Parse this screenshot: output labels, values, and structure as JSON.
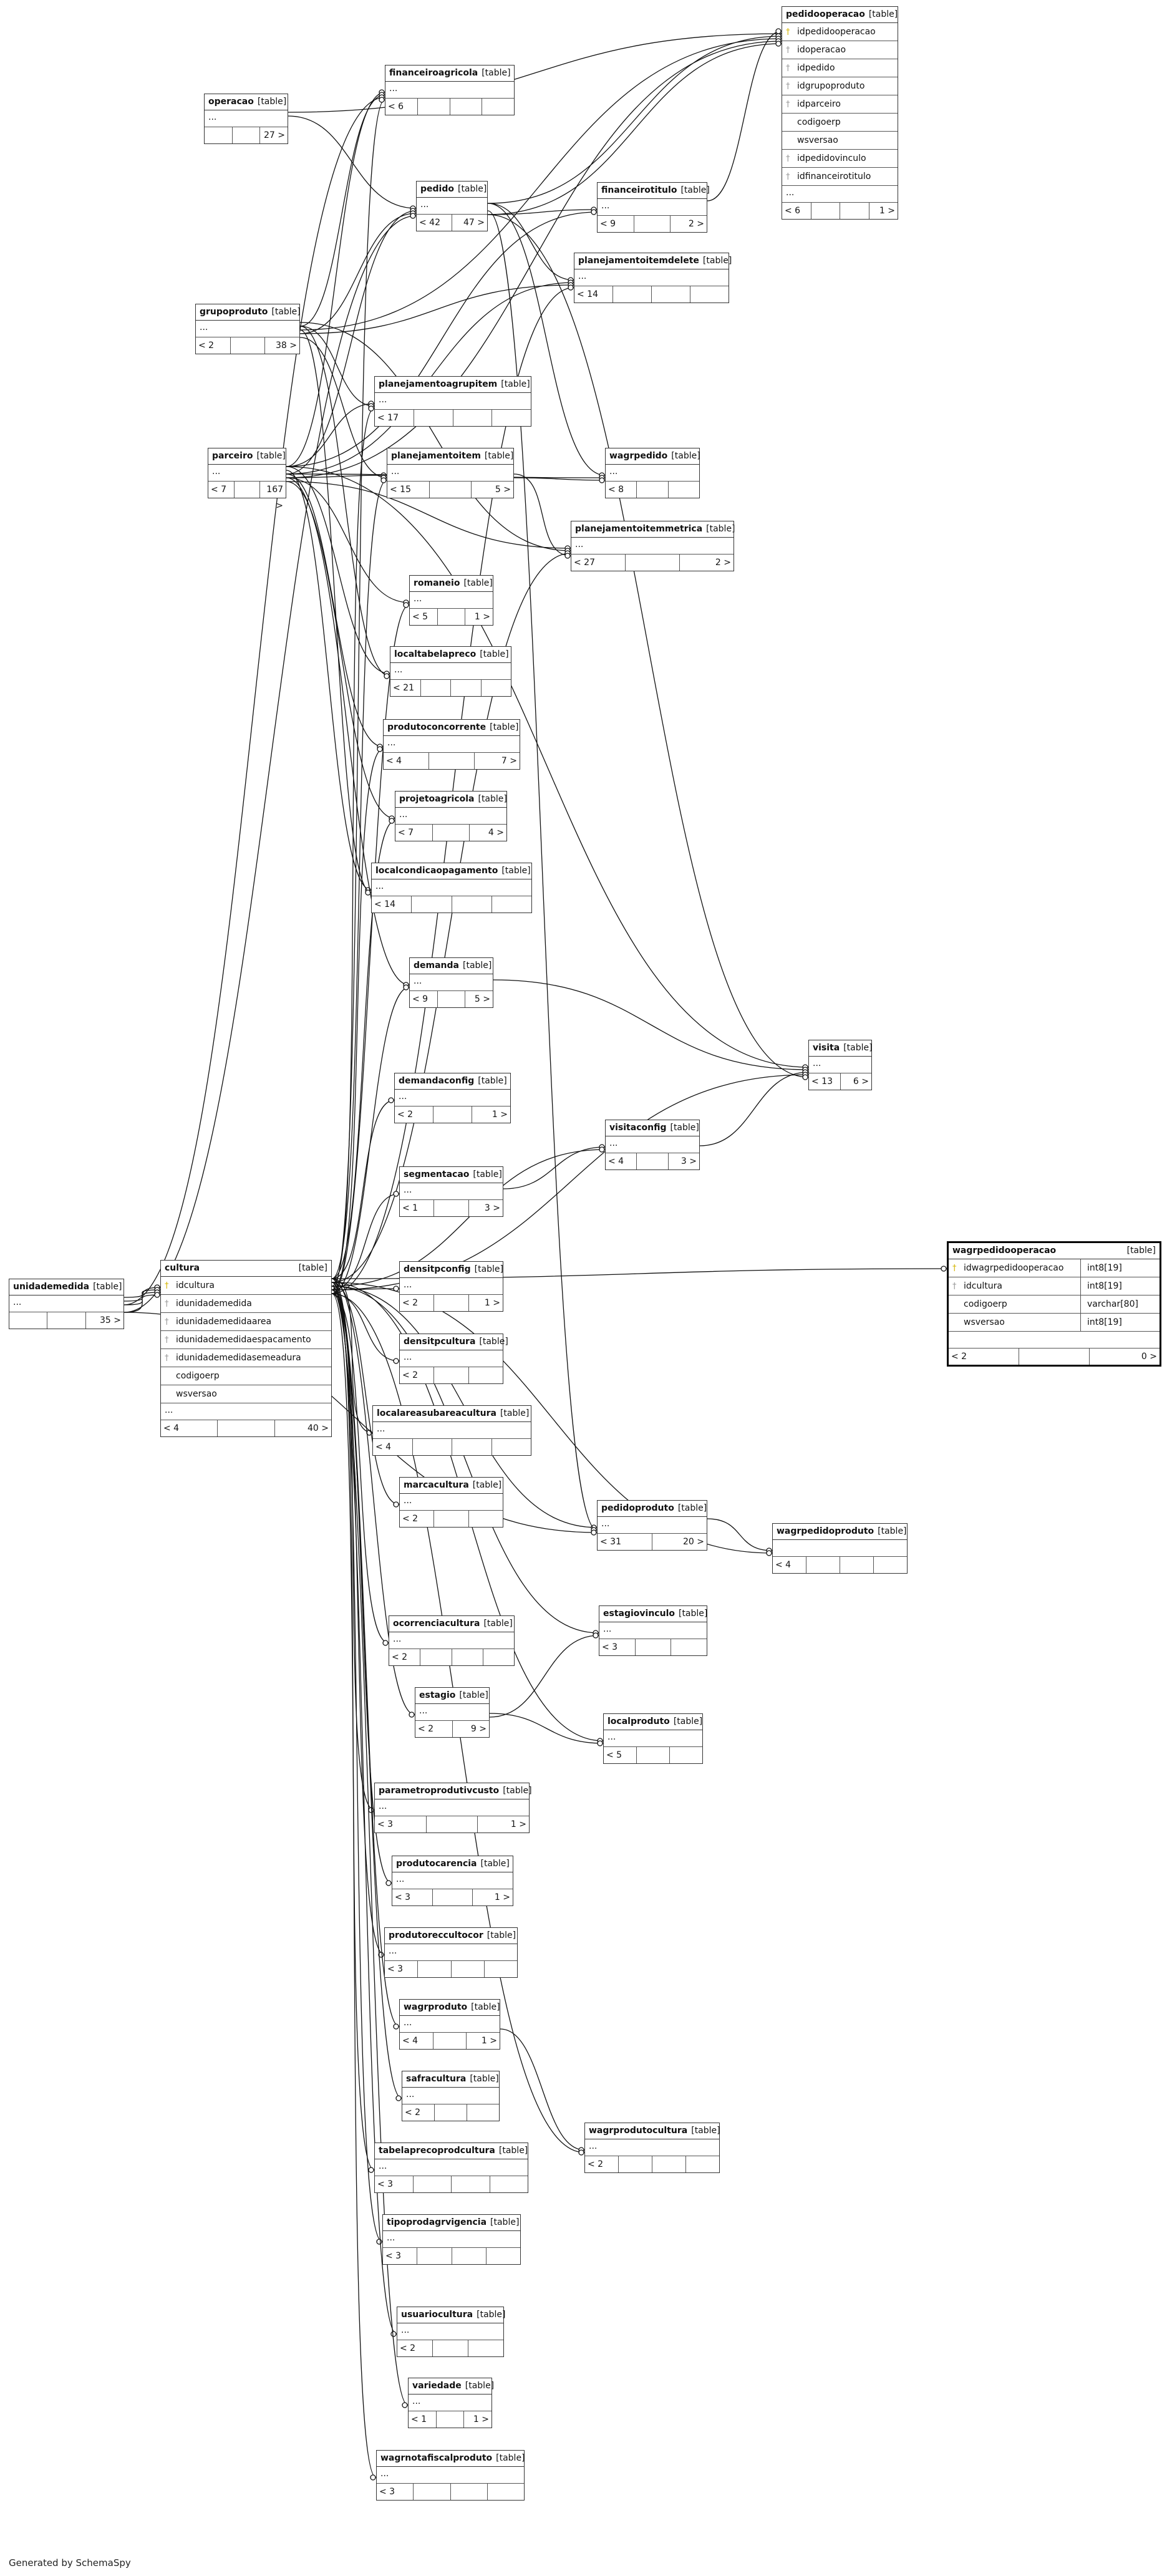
{
  "diagram": {
    "tables": [
      {
        "id": "pedidooperacao",
        "name": "pedidooperacao",
        "type": "[table]",
        "columns": [
          {
            "name": "idpedidooperacao",
            "key": "pk"
          },
          {
            "name": "idoperacao",
            "key": "fk"
          },
          {
            "name": "idpedido",
            "key": "fk"
          },
          {
            "name": "idgrupoproduto",
            "key": "fk"
          },
          {
            "name": "idparceiro",
            "key": "fk"
          },
          {
            "name": "codigoerp",
            "key": ""
          },
          {
            "name": "wsversao",
            "key": ""
          },
          {
            "name": "idpedidovinculo",
            "key": "fk"
          },
          {
            "name": "idfinanceirotitulo",
            "key": "fk"
          }
        ],
        "ellipsis": "...",
        "footer": [
          "< 6",
          "",
          "",
          "1 >"
        ]
      },
      {
        "id": "operacao",
        "name": "operacao",
        "type": "[table]",
        "ellipsis": "...",
        "footer": [
          "",
          "",
          "27 >"
        ]
      },
      {
        "id": "financeiroagricola",
        "name": "financeiroagricola",
        "type": "[table]",
        "ellipsis": "...",
        "footer": [
          "< 6",
          "",
          "",
          ""
        ]
      },
      {
        "id": "pedido",
        "name": "pedido",
        "type": "[table]",
        "ellipsis": "...",
        "footer": [
          "< 42",
          "47 >"
        ]
      },
      {
        "id": "financeirotitulo",
        "name": "financeirotitulo",
        "type": "[table]",
        "ellipsis": "...",
        "footer": [
          "< 9",
          "",
          "2 >"
        ]
      },
      {
        "id": "planejamentoitemdelete",
        "name": "planejamentoitemdelete",
        "type": "[table]",
        "ellipsis": "...",
        "footer": [
          "< 14",
          "",
          "",
          ""
        ]
      },
      {
        "id": "grupoproduto",
        "name": "grupoproduto",
        "type": "[table]",
        "ellipsis": "...",
        "footer": [
          "< 2",
          "",
          "38 >"
        ]
      },
      {
        "id": "planejamentoagrupitem",
        "name": "planejamentoagrupitem",
        "type": "[table]",
        "ellipsis": "...",
        "footer": [
          "< 17",
          "",
          "",
          ""
        ]
      },
      {
        "id": "parceiro",
        "name": "parceiro",
        "type": "[table]",
        "ellipsis": "...",
        "footer": [
          "< 7",
          "",
          "167 >"
        ]
      },
      {
        "id": "planejamentoitem",
        "name": "planejamentoitem",
        "type": "[table]",
        "ellipsis": "...",
        "footer": [
          "< 15",
          "",
          "5 >"
        ]
      },
      {
        "id": "wagrpedido",
        "name": "wagrpedido",
        "type": "[table]",
        "ellipsis": "...",
        "footer": [
          "< 8",
          "",
          ""
        ]
      },
      {
        "id": "planejamentoitemmetrica",
        "name": "planejamentoitemmetrica",
        "type": "[table]",
        "ellipsis": "...",
        "footer": [
          "< 27",
          "",
          "2 >"
        ]
      },
      {
        "id": "romaneio",
        "name": "romaneio",
        "type": "[table]",
        "ellipsis": "...",
        "footer": [
          "< 5",
          "",
          "1 >"
        ]
      },
      {
        "id": "localtabelapreco",
        "name": "localtabelapreco",
        "type": "[table]",
        "ellipsis": "...",
        "footer": [
          "< 21",
          "",
          "",
          ""
        ]
      },
      {
        "id": "produtoconcorrente",
        "name": "produtoconcorrente",
        "type": "[table]",
        "ellipsis": "...",
        "footer": [
          "< 4",
          "",
          "7 >"
        ]
      },
      {
        "id": "projetoagricola",
        "name": "projetoagricola",
        "type": "[table]",
        "ellipsis": "...",
        "footer": [
          "< 7",
          "",
          "4 >"
        ]
      },
      {
        "id": "localcondicaopagamento",
        "name": "localcondicaopagamento",
        "type": "[table]",
        "ellipsis": "...",
        "footer": [
          "< 14",
          "",
          "",
          ""
        ]
      },
      {
        "id": "demanda",
        "name": "demanda",
        "type": "[table]",
        "ellipsis": "...",
        "footer": [
          "< 9",
          "",
          "5 >"
        ]
      },
      {
        "id": "visita",
        "name": "visita",
        "type": "[table]",
        "ellipsis": "...",
        "footer": [
          "< 13",
          "6 >"
        ]
      },
      {
        "id": "demandaconfig",
        "name": "demandaconfig",
        "type": "[table]",
        "ellipsis": "...",
        "footer": [
          "< 2",
          "",
          "1 >"
        ]
      },
      {
        "id": "visitaconfig",
        "name": "visitaconfig",
        "type": "[table]",
        "ellipsis": "...",
        "footer": [
          "< 4",
          "",
          "3 >"
        ]
      },
      {
        "id": "segmentacao",
        "name": "segmentacao",
        "type": "[table]",
        "ellipsis": "...",
        "footer": [
          "< 1",
          "",
          "3 >"
        ]
      },
      {
        "id": "unidademedida",
        "name": "unidademedida",
        "type": "[table]",
        "ellipsis": "...",
        "footer": [
          "",
          "",
          "35 >"
        ]
      },
      {
        "id": "cultura",
        "name": "cultura",
        "type": "[table]",
        "columns": [
          {
            "name": "idcultura",
            "key": "pk"
          },
          {
            "name": "idunidademedida",
            "key": "fk"
          },
          {
            "name": "idunidademedidaarea",
            "key": "fk"
          },
          {
            "name": "idunidademedidaespacamento",
            "key": "fk"
          },
          {
            "name": "idunidademedidasemeadura",
            "key": "fk"
          },
          {
            "name": "codigoerp",
            "key": ""
          },
          {
            "name": "wsversao",
            "key": ""
          }
        ],
        "ellipsis": "...",
        "footer": [
          "< 4",
          "",
          "40 >"
        ]
      },
      {
        "id": "densitpconfig",
        "name": "densitpconfig",
        "type": "[table]",
        "ellipsis": "...",
        "footer": [
          "< 2",
          "",
          "1 >"
        ]
      },
      {
        "id": "densitpcultura",
        "name": "densitpcultura",
        "type": "[table]",
        "ellipsis": "...",
        "footer": [
          "< 2",
          "",
          ""
        ]
      },
      {
        "id": "localareasubareacultura",
        "name": "localareasubareacultura",
        "type": "[table]",
        "ellipsis": "...",
        "footer": [
          "< 4",
          "",
          "",
          ""
        ]
      },
      {
        "id": "marcacultura",
        "name": "marcacultura",
        "type": "[table]",
        "ellipsis": "...",
        "footer": [
          "< 2",
          "",
          ""
        ]
      },
      {
        "id": "pedidoproduto",
        "name": "pedidoproduto",
        "type": "[table]",
        "ellipsis": "...",
        "footer": [
          "< 31",
          "20 >"
        ]
      },
      {
        "id": "wagrpedidoproduto",
        "name": "wagrpedidoproduto",
        "type": "[table]",
        "ellipsis": "",
        "footer": [
          "< 4",
          "",
          "",
          ""
        ]
      },
      {
        "id": "estagiovinculo",
        "name": "estagiovinculo",
        "type": "[table]",
        "ellipsis": "...",
        "footer": [
          "< 3",
          "",
          ""
        ]
      },
      {
        "id": "ocorrenciacultura",
        "name": "ocorrenciacultura",
        "type": "[table]",
        "ellipsis": "...",
        "footer": [
          "< 2",
          "",
          "",
          ""
        ]
      },
      {
        "id": "estagio",
        "name": "estagio",
        "type": "[table]",
        "ellipsis": "...",
        "footer": [
          "< 2",
          "9 >"
        ]
      },
      {
        "id": "localproduto",
        "name": "localproduto",
        "type": "[table]",
        "ellipsis": "...",
        "footer": [
          "< 5",
          "",
          ""
        ]
      },
      {
        "id": "parametroprodutivcusto",
        "name": "parametroprodutivcusto",
        "type": "[table]",
        "ellipsis": "...",
        "footer": [
          "< 3",
          "",
          "1 >"
        ]
      },
      {
        "id": "produtocarencia",
        "name": "produtocarencia",
        "type": "[table]",
        "ellipsis": "...",
        "footer": [
          "< 3",
          "",
          "1 >"
        ]
      },
      {
        "id": "produtoreccultocor",
        "name": "produtoreccultocor",
        "type": "[table]",
        "ellipsis": "...",
        "footer": [
          "< 3",
          "",
          "",
          ""
        ]
      },
      {
        "id": "wagrproduto",
        "name": "wagrproduto",
        "type": "[table]",
        "ellipsis": "...",
        "footer": [
          "< 4",
          "",
          "1 >"
        ]
      },
      {
        "id": "safracultura",
        "name": "safracultura",
        "type": "[table]",
        "ellipsis": "...",
        "footer": [
          "< 2",
          "",
          ""
        ]
      },
      {
        "id": "wagrprodutocultura",
        "name": "wagrprodutocultura",
        "type": "[table]",
        "ellipsis": "...",
        "footer": [
          "< 2",
          "",
          "",
          ""
        ]
      },
      {
        "id": "tabelaprecoprodcultura",
        "name": "tabelaprecoprodcultura",
        "type": "[table]",
        "ellipsis": "...",
        "footer": [
          "< 3",
          "",
          "",
          ""
        ]
      },
      {
        "id": "tipoprodagrvigencia",
        "name": "tipoprodagrvigencia",
        "type": "[table]",
        "ellipsis": "...",
        "footer": [
          "< 3",
          "",
          "",
          ""
        ]
      },
      {
        "id": "usuariocultura",
        "name": "usuariocultura",
        "type": "[table]",
        "ellipsis": "...",
        "footer": [
          "< 2",
          "",
          ""
        ]
      },
      {
        "id": "variedade",
        "name": "variedade",
        "type": "[table]",
        "ellipsis": "...",
        "footer": [
          "< 1",
          "",
          "1 >"
        ]
      },
      {
        "id": "wagrnotafiscalproduto",
        "name": "wagrnotafiscalproduto",
        "type": "[table]",
        "ellipsis": "...",
        "footer": [
          "< 3",
          "",
          "",
          ""
        ]
      },
      {
        "id": "wagrpedidooperacao",
        "name": "wagrpedidooperacao",
        "type": "[table]",
        "columns": [
          {
            "name": "idwagrpedidooperacao",
            "key": "pk",
            "type": "int8[19]"
          },
          {
            "name": "idcultura",
            "key": "fk",
            "type": "int8[19]"
          },
          {
            "name": "codigoerp",
            "key": "",
            "type": "varchar[80]"
          },
          {
            "name": "wsversao",
            "key": "",
            "type": "int8[19]"
          }
        ],
        "ellipsis": "",
        "footer": [
          "< 2",
          "",
          "0 >"
        ]
      }
    ],
    "relations": [
      [
        "operacao",
        "pedidooperacao"
      ],
      [
        "pedido",
        "pedidooperacao"
      ],
      [
        "grupoproduto",
        "pedidooperacao"
      ],
      [
        "parceiro",
        "pedidooperacao"
      ],
      [
        "pedido",
        "pedidooperacao"
      ],
      [
        "financeirotitulo",
        "pedidooperacao"
      ],
      [
        "operacao",
        "pedido"
      ],
      [
        "parceiro",
        "pedido"
      ],
      [
        "grupoproduto",
        "pedido"
      ],
      [
        "unidademedida",
        "pedido"
      ],
      [
        "parceiro",
        "financeiroagricola"
      ],
      [
        "grupoproduto",
        "financeiroagricola"
      ],
      [
        "unidademedida",
        "financeiroagricola"
      ],
      [
        "cultura",
        "financeiroagricola"
      ],
      [
        "pedido",
        "financeirotitulo"
      ],
      [
        "parceiro",
        "financeirotitulo"
      ],
      [
        "pedido",
        "planejamentoitemdelete"
      ],
      [
        "parceiro",
        "planejamentoitemdelete"
      ],
      [
        "grupoproduto",
        "planejamentoitemdelete"
      ],
      [
        "cultura",
        "planejamentoitemdelete"
      ],
      [
        "parceiro",
        "planejamentoagrupitem"
      ],
      [
        "grupoproduto",
        "planejamentoagrupitem"
      ],
      [
        "cultura",
        "planejamentoagrupitem"
      ],
      [
        "parceiro",
        "planejamentoitem"
      ],
      [
        "grupoproduto",
        "planejamentoitem"
      ],
      [
        "cultura",
        "planejamentoitem"
      ],
      [
        "pedido",
        "wagrpedido"
      ],
      [
        "parceiro",
        "wagrpedido"
      ],
      [
        "planejamentoitem",
        "wagrpedido"
      ],
      [
        "parceiro",
        "planejamentoitemmetrica"
      ],
      [
        "grupoproduto",
        "planejamentoitemmetrica"
      ],
      [
        "cultura",
        "planejamentoitemmetrica"
      ],
      [
        "planejamentoitem",
        "planejamentoitemmetrica"
      ],
      [
        "parceiro",
        "romaneio"
      ],
      [
        "cultura",
        "romaneio"
      ],
      [
        "parceiro",
        "localtabelapreco"
      ],
      [
        "grupoproduto",
        "localtabelapreco"
      ],
      [
        "parceiro",
        "produtoconcorrente"
      ],
      [
        "cultura",
        "produtoconcorrente"
      ],
      [
        "parceiro",
        "projetoagricola"
      ],
      [
        "cultura",
        "projetoagricola"
      ],
      [
        "parceiro",
        "localcondicaopagamento"
      ],
      [
        "grupoproduto",
        "localcondicaopagamento"
      ],
      [
        "parceiro",
        "demanda"
      ],
      [
        "cultura",
        "demanda"
      ],
      [
        "parceiro",
        "visita"
      ],
      [
        "demanda",
        "visita"
      ],
      [
        "visitaconfig",
        "visita"
      ],
      [
        "cultura",
        "visita"
      ],
      [
        "pedido",
        "visita"
      ],
      [
        "cultura",
        "demandaconfig"
      ],
      [
        "segmentacao",
        "visitaconfig"
      ],
      [
        "cultura",
        "visitaconfig"
      ],
      [
        "cultura",
        "segmentacao"
      ],
      [
        "unidademedida",
        "cultura"
      ],
      [
        "unidademedida",
        "cultura"
      ],
      [
        "unidademedida",
        "cultura"
      ],
      [
        "unidademedida",
        "cultura"
      ],
      [
        "cultura",
        "densitpconfig"
      ],
      [
        "cultura",
        "densitpcultura"
      ],
      [
        "cultura",
        "localareasubareacultura"
      ],
      [
        "cultura",
        "marcacultura"
      ],
      [
        "cultura",
        "pedidoproduto"
      ],
      [
        "pedido",
        "pedidoproduto"
      ],
      [
        "unidademedida",
        "pedidoproduto"
      ],
      [
        "pedidoproduto",
        "wagrpedidoproduto"
      ],
      [
        "cultura",
        "wagrpedidoproduto"
      ],
      [
        "cultura",
        "estagiovinculo"
      ],
      [
        "estagio",
        "estagiovinculo"
      ],
      [
        "cultura",
        "ocorrenciacultura"
      ],
      [
        "cultura",
        "estagio"
      ],
      [
        "cultura",
        "localproduto"
      ],
      [
        "estagio",
        "localproduto"
      ],
      [
        "cultura",
        "parametroprodutivcusto"
      ],
      [
        "cultura",
        "produtocarencia"
      ],
      [
        "cultura",
        "produtoreccultocor"
      ],
      [
        "cultura",
        "wagrproduto"
      ],
      [
        "cultura",
        "safracultura"
      ],
      [
        "wagrproduto",
        "wagrprodutocultura"
      ],
      [
        "cultura",
        "wagrprodutocultura"
      ],
      [
        "cultura",
        "tabelaprecoprodcultura"
      ],
      [
        "cultura",
        "tipoprodagrvigencia"
      ],
      [
        "cultura",
        "usuariocultura"
      ],
      [
        "cultura",
        "variedade"
      ],
      [
        "cultura",
        "wagrnotafiscalproduto"
      ],
      [
        "cultura",
        "wagrpedidooperacao"
      ]
    ]
  },
  "footer_text": "Generated by SchemaSpy"
}
